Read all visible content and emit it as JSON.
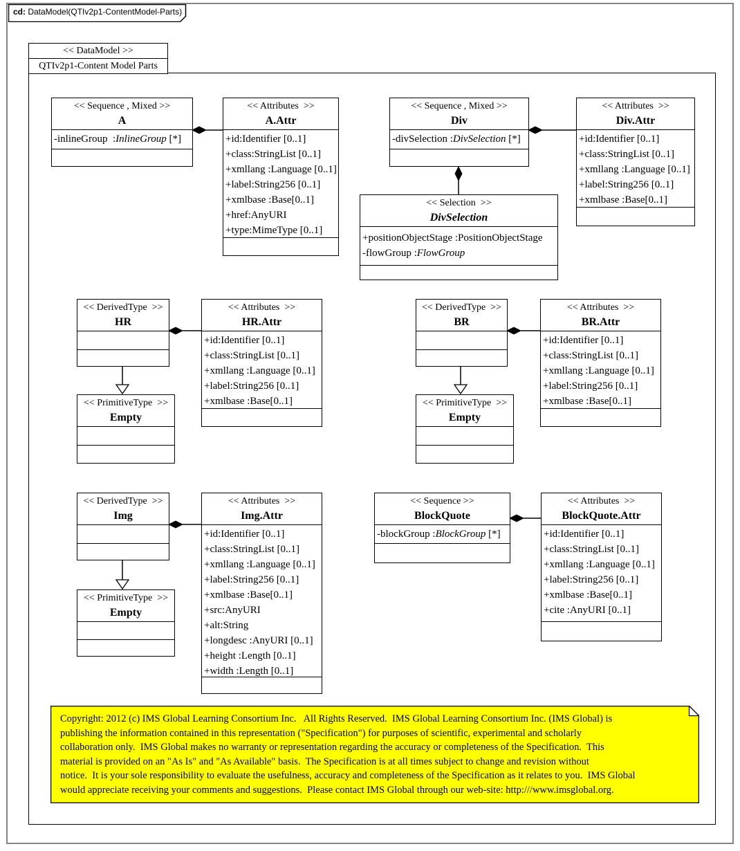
{
  "frame": {
    "tab": {
      "prefix": "cd:",
      "title": " DataModel(QTIv2p1-ContentModel-Parts)"
    },
    "label": {
      "stereotype": "<< DataModel >>",
      "name": "QTIv2p1-Content Model Parts"
    }
  },
  "classes": {
    "a": {
      "stereotype": "<< Sequence , Mixed >>",
      "name": "A",
      "attributes": [
        [
          "-inlineGroup  :",
          {
            "i": "InlineGroup"
          },
          " [*]"
        ]
      ]
    },
    "a_attr": {
      "stereotype": "<< Attributes  >>",
      "name": "A.Attr",
      "attributes": [
        [
          "+id:Identifier [0..1]"
        ],
        [
          "+class:StringList [0..1]"
        ],
        [
          "+xmllang :Language [0..1]"
        ],
        [
          "+label:String256 [0..1]"
        ],
        [
          "+xmlbase :Base[0..1]"
        ],
        [
          "+href:AnyURI"
        ],
        [
          "+type:MimeType [0..1]"
        ]
      ]
    },
    "div": {
      "stereotype": "<< Sequence , Mixed >>",
      "name": "Div",
      "attributes": [
        [
          "-divSelection :",
          {
            "i": "DivSelection"
          },
          " [*]"
        ]
      ]
    },
    "div_attr": {
      "stereotype": "<< Attributes  >>",
      "name": "Div.Attr",
      "attributes": [
        [
          "+id:Identifier [0..1]"
        ],
        [
          "+class:StringList [0..1]"
        ],
        [
          "+xmllang :Language [0..1]"
        ],
        [
          "+label:String256 [0..1]"
        ],
        [
          "+xmlbase :Base[0..1]"
        ]
      ]
    },
    "divselection": {
      "stereotype": "<< Selection  >>",
      "name": "DivSelection",
      "attributes": [
        [
          "+positionObjectStage :PositionObjectStage"
        ],
        [
          "-flowGroup :",
          {
            "i": "FlowGroup"
          }
        ]
      ]
    },
    "hr": {
      "stereotype": "<< DerivedType  >>",
      "name": "HR",
      "attributes": []
    },
    "hr_attr": {
      "stereotype": "<< Attributes  >>",
      "name": "HR.Attr",
      "attributes": [
        [
          "+id:Identifier [0..1]"
        ],
        [
          "+class:StringList [0..1]"
        ],
        [
          "+xmllang :Language [0..1]"
        ],
        [
          "+label:String256 [0..1]"
        ],
        [
          "+xmlbase :Base[0..1]"
        ]
      ]
    },
    "empty_hr": {
      "stereotype": "<< PrimitiveType  >>",
      "name": "Empty",
      "attributes": []
    },
    "br": {
      "stereotype": "<< DerivedType  >>",
      "name": "BR",
      "attributes": []
    },
    "br_attr": {
      "stereotype": "<< Attributes  >>",
      "name": "BR.Attr",
      "attributes": [
        [
          "+id:Identifier [0..1]"
        ],
        [
          "+class:StringList [0..1]"
        ],
        [
          "+xmllang :Language [0..1]"
        ],
        [
          "+label:String256 [0..1]"
        ],
        [
          "+xmlbase :Base[0..1]"
        ]
      ]
    },
    "empty_br": {
      "stereotype": "<< PrimitiveType  >>",
      "name": "Empty",
      "attributes": []
    },
    "img": {
      "stereotype": "<< DerivedType  >>",
      "name": "Img",
      "attributes": []
    },
    "img_attr": {
      "stereotype": "<< Attributes  >>",
      "name": "Img.Attr",
      "attributes": [
        [
          "+id:Identifier [0..1]"
        ],
        [
          "+class:StringList [0..1]"
        ],
        [
          "+xmllang :Language [0..1]"
        ],
        [
          "+label:String256 [0..1]"
        ],
        [
          "+xmlbase :Base[0..1]"
        ],
        [
          "+src:AnyURI"
        ],
        [
          "+alt:String"
        ],
        [
          "+longdesc :AnyURI [0..1]"
        ],
        [
          "+height :Length [0..1]"
        ],
        [
          "+width :Length [0..1]"
        ]
      ]
    },
    "empty_img": {
      "stereotype": "<< PrimitiveType  >>",
      "name": "Empty",
      "attributes": []
    },
    "blockquote": {
      "stereotype": "<< Sequence >>",
      "name": "BlockQuote",
      "attributes": [
        [
          "-blockGroup :",
          {
            "i": "BlockGroup"
          },
          " [*]"
        ]
      ]
    },
    "blockquote_attr": {
      "stereotype": "<< Attributes  >>",
      "name": "BlockQuote.Attr",
      "attributes": [
        [
          "+id:Identifier [0..1]"
        ],
        [
          "+class:StringList [0..1]"
        ],
        [
          "+xmllang :Language [0..1]"
        ],
        [
          "+label:String256 [0..1]"
        ],
        [
          "+xmlbase :Base[0..1]"
        ],
        [
          "+cite :AnyURI [0..1]"
        ]
      ]
    }
  },
  "note": {
    "lines": [
      "Copyright: 2012 (c) IMS Global Learning Consortium Inc.   All Rights Reserved.  IMS Global Learning Consortium Inc. (IMS Global) is",
      "publishing the information contained in this representation (\"Specification\") for purposes of scientific, experimental and scholarly",
      "collaboration only.  IMS Global makes no warranty or representation regarding the accuracy or completeness of the Specification.  This",
      "material is provided on an \"As Is\" and \"As Available\" basis.  The Specification is at all times subject to change and revision without",
      "notice.  It is your sole responsibility to evaluate the usefulness, accuracy and completeness of the Specification as it relates to you.  IMS Global",
      "would appreciate receiving your comments and suggestions.  Please contact IMS Global through our web-site: http:///www.imsglobal.org."
    ]
  },
  "colors": {
    "note_fill": "#FFFF00",
    "diagram_line": "#000000",
    "outer_border": "#848484"
  }
}
